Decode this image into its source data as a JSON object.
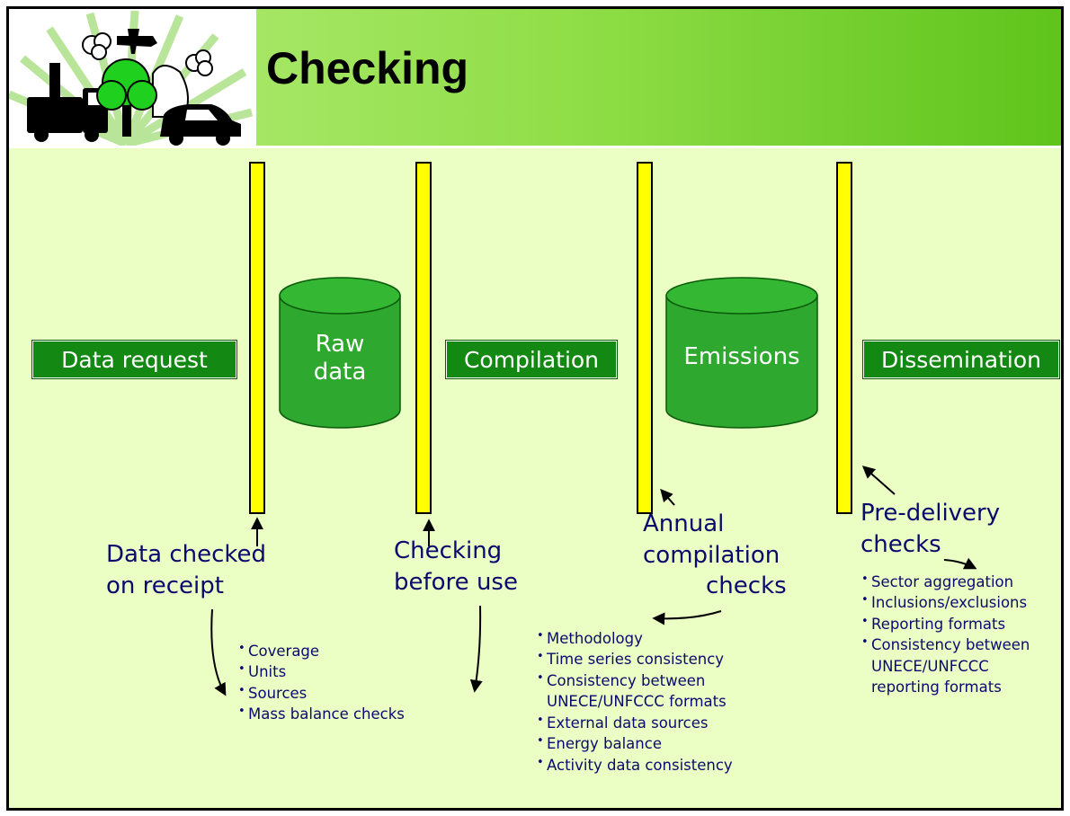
{
  "title": "Checking",
  "stages": {
    "data_request": "Data request",
    "compilation": "Compilation",
    "dissemination": "Dissemination"
  },
  "stores": {
    "raw_data_line1": "Raw",
    "raw_data_line2": "data",
    "emissions": "Emissions"
  },
  "checks": {
    "receipt": {
      "line1": "Data checked",
      "line2": "on receipt",
      "items": [
        "Coverage",
        "Units",
        "Sources",
        "Mass balance checks"
      ]
    },
    "before_use": {
      "line1": "Checking",
      "line2": "before use"
    },
    "annual": {
      "line1": "Annual",
      "line2": "compilation",
      "line3": "checks",
      "items": [
        "Methodology",
        "Time series consistency",
        "Consistency between",
        "UNECE/UNFCCC formats",
        "External data sources",
        "Energy balance",
        "Activity data consistency"
      ]
    },
    "pre_delivery": {
      "line1": "Pre-delivery",
      "line2": "checks",
      "items": [
        "Sector aggregation",
        "Inclusions/exclusions",
        "Reporting formats",
        "Consistency between",
        "UNECE/UNFCCC",
        "reporting formats"
      ]
    }
  },
  "colors": {
    "background": "#ebffc4",
    "stage_fill": "#138813",
    "cylinder_fill": "#2ea82e",
    "bar_fill": "#ffff00",
    "note_text": "#0a0a6e"
  }
}
